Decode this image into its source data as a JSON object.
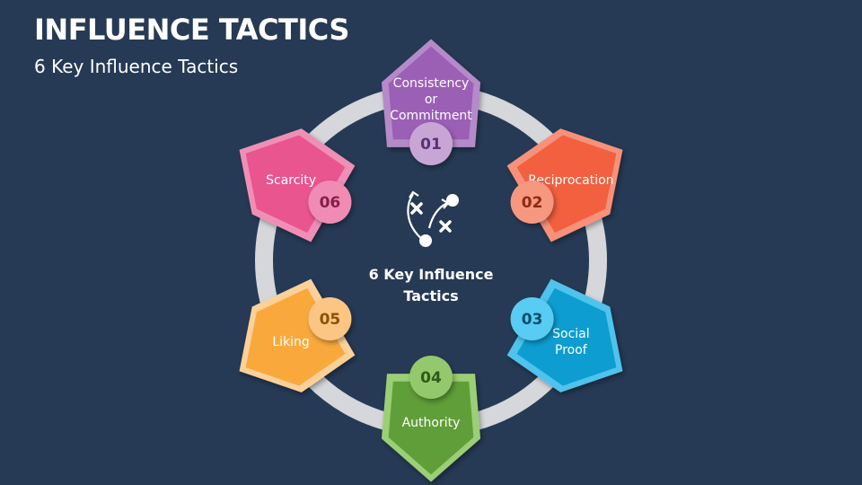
{
  "header": {
    "title": "INFLUENCE TACTICS",
    "subtitle": "6 Key Influence Tactics"
  },
  "center": {
    "lines": [
      "6 Key Influence",
      "Tactics"
    ],
    "icon": "strategy-play-icon"
  },
  "ring_color": "#d5d7da",
  "segments": [
    {
      "number": "01",
      "lines": [
        "Consistency",
        "or",
        "Commitment"
      ],
      "color": "#9b5fb5",
      "light": "#b58ac9",
      "badge": "#c7a6d6",
      "num_color": "#5d2f73"
    },
    {
      "number": "02",
      "lines": [
        "Reciprocation"
      ],
      "color": "#f2603f",
      "light": "#f7917a",
      "badge": "#f6977f",
      "num_color": "#8c2a14"
    },
    {
      "number": "03",
      "lines": [
        "Social",
        "Proof"
      ],
      "color": "#0d9dd0",
      "light": "#4fc3ec",
      "badge": "#59ccf2",
      "num_color": "#0a4f6b"
    },
    {
      "number": "04",
      "lines": [
        "Authority"
      ],
      "color": "#5f9e38",
      "light": "#9bcf74",
      "badge": "#93c96c",
      "num_color": "#2f5a17"
    },
    {
      "number": "05",
      "lines": [
        "Liking"
      ],
      "color": "#f9a93c",
      "light": "#fcd199",
      "badge": "#fcc583",
      "num_color": "#8a5208"
    },
    {
      "number": "06",
      "lines": [
        "Scarcity"
      ],
      "color": "#e9558f",
      "light": "#f08fb6",
      "badge": "#f08bb4",
      "num_color": "#851f49"
    }
  ]
}
